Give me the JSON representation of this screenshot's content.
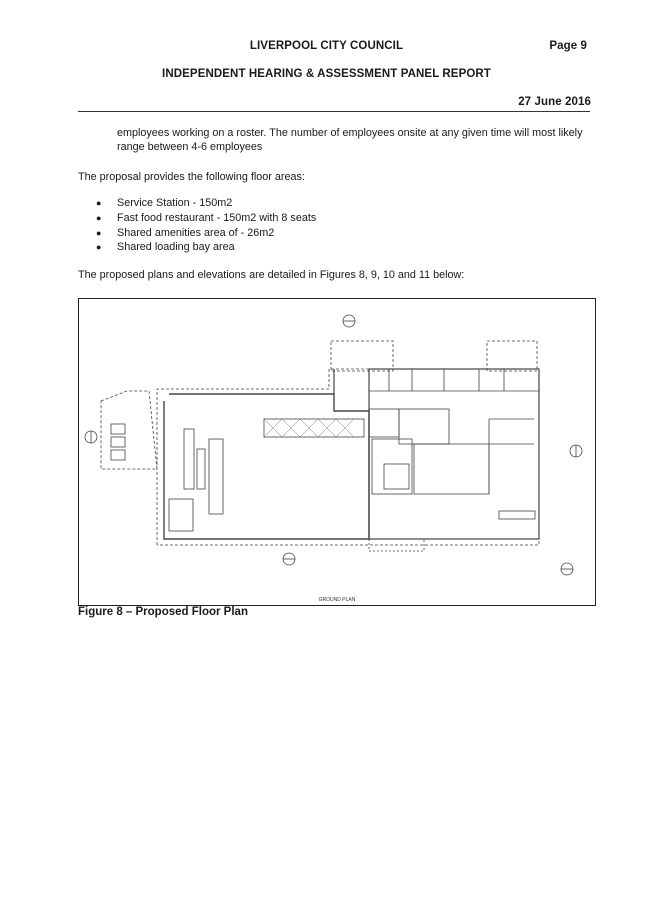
{
  "header": {
    "council": "LIVERPOOL CITY COUNCIL",
    "page": "Page 9",
    "subtitle": "INDEPENDENT HEARING & ASSESSMENT PANEL REPORT",
    "date": "27 June 2016"
  },
  "body": {
    "continuation": "employees working on a roster. The number of employees onsite at any given time will most likely range between 4-6 employees",
    "intro": "The proposal provides the following floor areas:",
    "floor_areas": [
      "Service Station - 150m2",
      "Fast food restaurant - 150m2 with 8 seats",
      "Shared amenities area of - 26m2",
      "Shared loading bay area"
    ],
    "plans_sentence": "The proposed plans and elevations are detailed in Figures 8, 9, 10 and 11 below:"
  },
  "figure": {
    "caption": "Figure 8 – Proposed Floor Plan",
    "plan_title": "GROUND PLAN"
  }
}
